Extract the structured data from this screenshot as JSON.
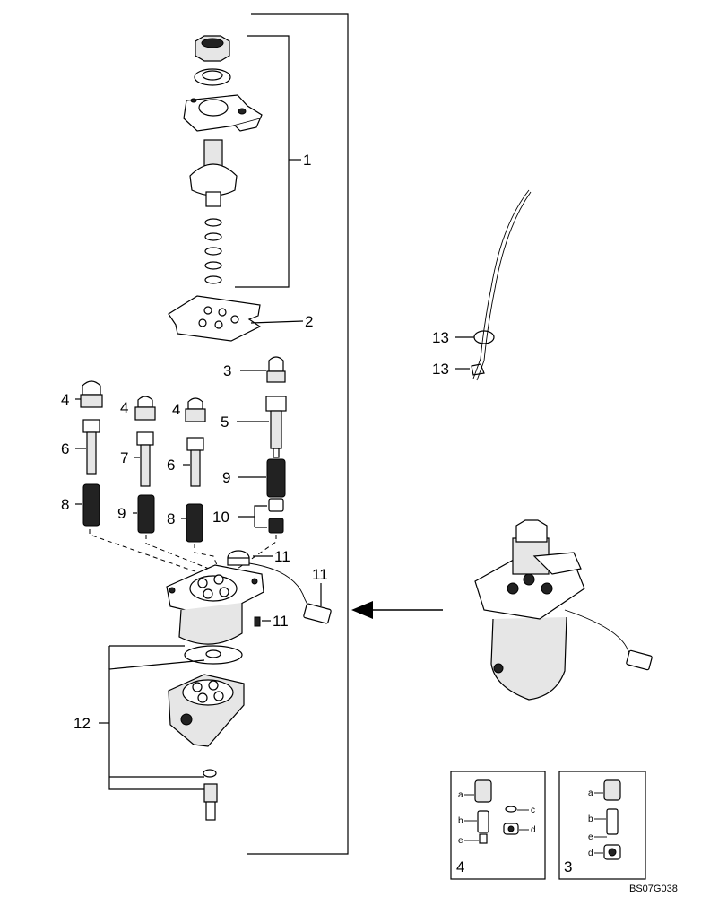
{
  "diagram": {
    "drawing_code": "BS07G038",
    "callouts": {
      "c1": "1",
      "c2": "2",
      "c3": "3",
      "c4a": "4",
      "c4b": "4",
      "c4c": "4",
      "c5": "5",
      "c6a": "6",
      "c6b": "6",
      "c7": "7",
      "c8a": "8",
      "c8b": "8",
      "c9a": "9",
      "c9b": "9",
      "c10": "10",
      "c11a": "11",
      "c11b": "11",
      "c11c": "11",
      "c12": "12",
      "c13a": "13",
      "c13b": "13"
    },
    "detail_4": {
      "id": "4",
      "letters": [
        "a",
        "b",
        "e",
        "c",
        "d"
      ]
    },
    "detail_3": {
      "id": "3",
      "letters": [
        "a",
        "b",
        "e",
        "d"
      ]
    }
  }
}
